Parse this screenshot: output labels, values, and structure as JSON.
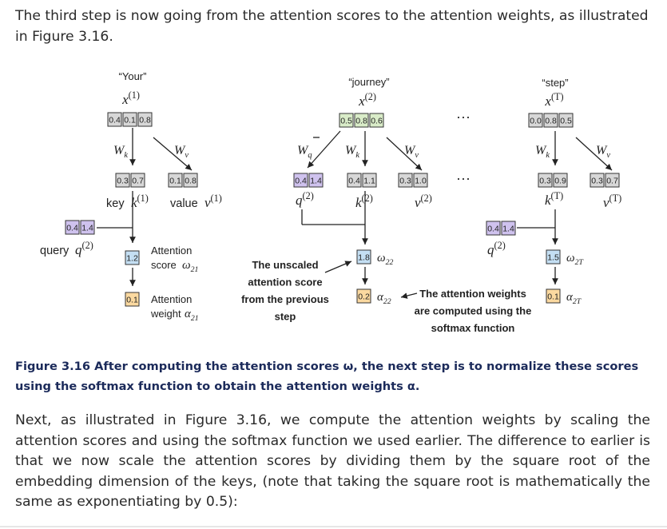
{
  "intro": "The third step is now going from the attention scores to the attention weights, as illustrated in Figure 3.16.",
  "figure": {
    "tokens": [
      {
        "label": "“Your”",
        "x": "x",
        "sup": "(1)",
        "emb": [
          "0.4",
          "0.1",
          "0.8"
        ]
      },
      {
        "label": "“journey”",
        "x": "x",
        "sup": "(2)",
        "emb": [
          "0.5",
          "0.8",
          "0.6"
        ]
      },
      {
        "label": "“step”",
        "x": "x",
        "sup": "(T)",
        "emb": [
          "0.0",
          "0.8",
          "0.5"
        ]
      }
    ],
    "ellipsis": "···",
    "wk": "W",
    "wk_sub": "k",
    "wv": "W",
    "wv_sub": "v",
    "wq": "W",
    "wq_sub": "q",
    "key1": [
      "0.3",
      "0.7"
    ],
    "value1": [
      "0.1",
      "0.8"
    ],
    "key_label": "key ",
    "value_label": "value ",
    "k1": "k",
    "k1_sup": "(1)",
    "v1": "v",
    "v1_sup": "(1)",
    "q2": [
      "0.4",
      "1.4"
    ],
    "k2": [
      "0.4",
      "1.1"
    ],
    "v2": [
      "0.3",
      "1.0"
    ],
    "q_sym": "q",
    "q_sup": "(2)",
    "k2_sym": "k",
    "k2_sup": "(2)",
    "v2_sym": "v",
    "v2_sup": "(2)",
    "kT": [
      "0.3",
      "0.9"
    ],
    "vT": [
      "0.3",
      "0.7"
    ],
    "kT_sym": "k",
    "kT_sup": "(T)",
    "vT_sym": "v",
    "vT_sup": "(T)",
    "query_box": [
      "0.4",
      "1.4"
    ],
    "query_label": "query ",
    "score21": "1.2",
    "weight21": "0.1",
    "attn_score_label": [
      "Attention",
      "score "
    ],
    "omega21": "ω",
    "omega21_sub": "21",
    "attn_weight_label": [
      "Attention",
      "weight "
    ],
    "alpha21": "α",
    "alpha21_sub": "21",
    "score22": "1.8",
    "weight22": "0.2",
    "omega22": "ω",
    "omega22_sub": "22",
    "alpha22": "α",
    "alpha22_sub": "22",
    "note_left": [
      "The unscaled",
      "attention score",
      "from the previous",
      "step"
    ],
    "note_right": [
      "The attention weights",
      "are computed using the",
      "softmax function"
    ],
    "q2_right": [
      "0.4",
      "1.4"
    ],
    "score2T": "1.5",
    "weight2T": "0.1",
    "omega2T": "ω",
    "omega2T_sub": "2T",
    "alpha2T": "α",
    "alpha2T_sub": "2T"
  },
  "caption": "Figure 3.16 After computing the attention scores ω, the next step is to normalize these scores using the softmax function to obtain the attention weights α.",
  "body": "Next, as illustrated in Figure 3.16, we compute the attention weights by scaling the attention scores and using the softmax function we used earlier. The difference to earlier is that we now scale the attention scores by dividing them by the square root of the embedding dimension of the keys, (note that taking the square root is mathematically the same as exponentiating by 0.5):",
  "colors": {
    "gray": "#d7d7d7",
    "green": "#d9ecc8",
    "purple": "#cfc2ee",
    "blue": "#c4dff3",
    "orange": "#fbd9a0"
  }
}
